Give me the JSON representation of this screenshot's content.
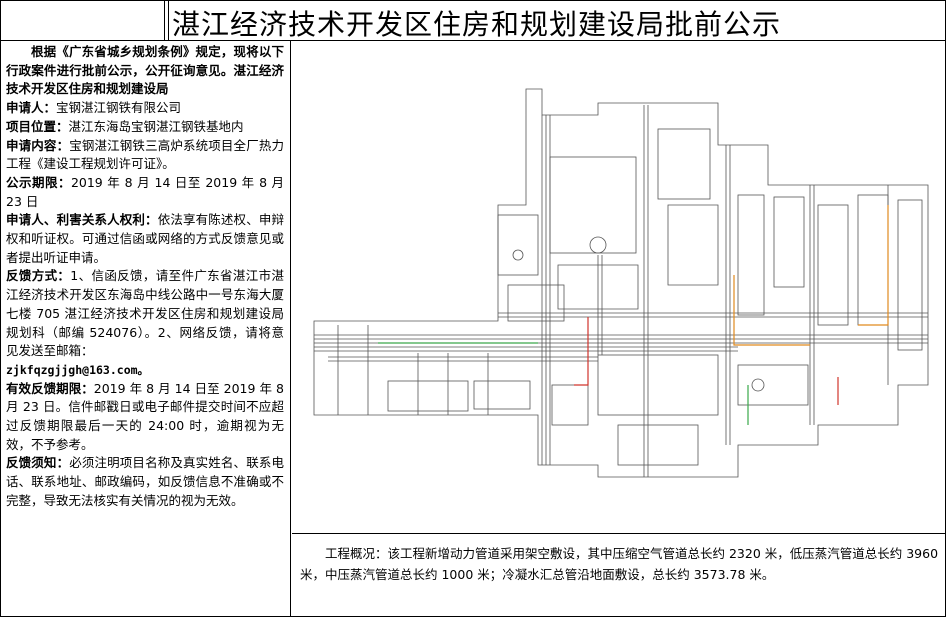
{
  "title": "湛江经济技术开发区住房和规划建设局批前公示",
  "intro": "根据《广东省城乡规划条例》规定，现将以下行政案件进行批前公示，公开征询意见。湛江经济技术开发区住房和规划建设局",
  "applicant": {
    "label": "申请人：",
    "value": "宝钢湛江钢铁有限公司"
  },
  "location": {
    "label": "项目位置：",
    "value": "湛江东海岛宝钢湛江钢铁基地内"
  },
  "content": {
    "label": "申请内容：",
    "value": "宝钢湛江钢铁三高炉系统项目全厂热力工程《建设工程规划许可证》。"
  },
  "period": {
    "label": "公示期限：",
    "value": "2019 年 8 月 14 日至 2019 年 8 月 23 日"
  },
  "rights": {
    "label": "申请人、利害关系人权利：",
    "value": "依法享有陈述权、申辩权和听证权。可通过信函或网络的方式反馈意见或者提出听证申请。"
  },
  "feedback_method": {
    "label": "反馈方式：",
    "value": "1、信函反馈，请至件广东省湛江市湛江经济技术开发区东海岛中线公路中一号东海大厦七楼 705 湛江经济技术开发区住房和规划建设局规划科（邮编 524076）。2、网络反馈，请将意见发送至邮箱：",
    "email": "zjkfqzgjjgh@163.com。"
  },
  "valid_period": {
    "label": "有效反馈期限：",
    "value": "2019 年 8 月 14 日至 2019 年 8 月 23 日。信件邮戳日或电子邮件提交时间不应超过反馈期限最后一天的 24:00 时，逾期视为无效，不予参考。"
  },
  "notes": {
    "label": "反馈须知：",
    "value": "必须注明项目名称及真实姓名、联系电话、联系地址、邮政编码，如反馈信息不准确或不完整，导致无法核实有关情况的视为无效。"
  },
  "project_overview": "工程概况：该工程新增动力管道采用架空敷设，其中压缩空气管道总长约 2320 米，低压蒸汽管道总长约 3960 米，中压蒸汽管道总长约 1000 米；冷凝水汇总管沿地面敷设，总长约 3573.78 米。",
  "colors": {
    "drawing": "#555555",
    "pipe_orange": "#e08a1e",
    "pipe_green": "#3aa84a",
    "pipe_red": "#d0342c"
  }
}
